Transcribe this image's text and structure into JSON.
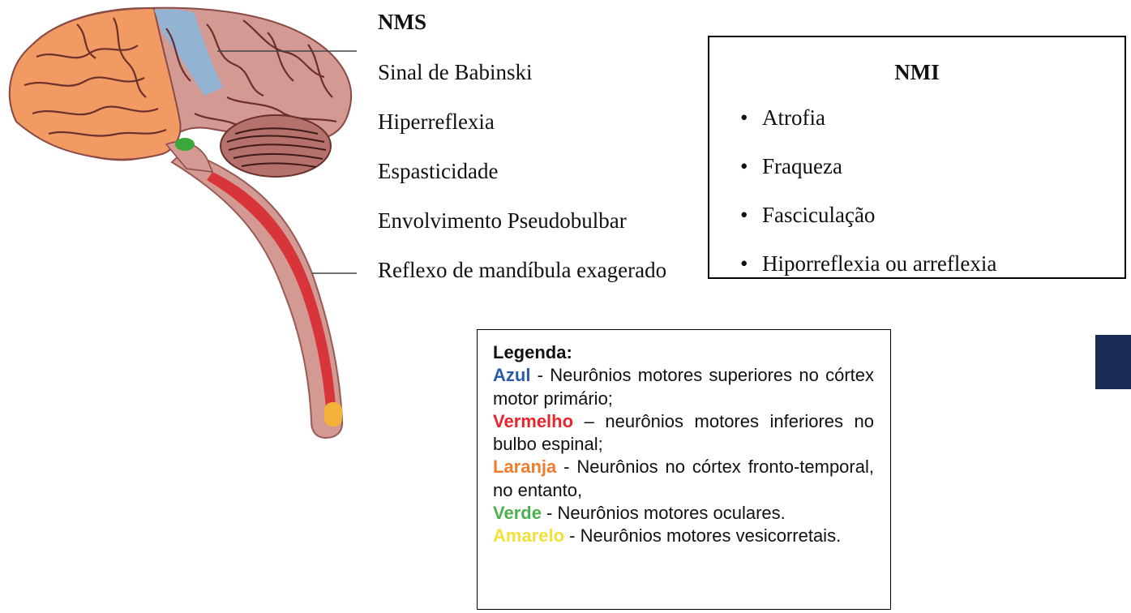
{
  "nms": {
    "title": "NMS",
    "items": [
      "Sinal de Babinski",
      "Hiperreflexia",
      "Espasticidade",
      "Envolvimento Pseudobulbar",
      "Reflexo de mandíbula exagerado"
    ]
  },
  "nmi": {
    "title": "NMI",
    "items": [
      "Atrofia",
      "Fraqueza",
      "Fasciculação",
      "Hiporreflexia ou arreflexia"
    ]
  },
  "legend": {
    "title": "Legenda:",
    "entries": [
      {
        "key": "Azul",
        "separator": " - ",
        "text": "Neurônios motores superiores no córtex motor primário;",
        "color": "#2a5caa"
      },
      {
        "key": "Vermelho",
        "separator": " – ",
        "text": "neurônios motores inferiores no bulbo espinal;",
        "color": "#e8252b"
      },
      {
        "key": "Laranja",
        "separator": " - ",
        "text": "Neurônios no córtex fronto-temporal, no entanto,",
        "color": "#f07c2c"
      },
      {
        "key": "Verde",
        "separator": " - ",
        "text": "Neurônios motores oculares.",
        "color": "#4caf50"
      },
      {
        "key": "Amarelo",
        "separator": " - ",
        "text": "Neurônios motores vesicorretais.",
        "color": "#f2e13a"
      }
    ]
  },
  "colors": {
    "brain_base": "#d39a93",
    "cortex_orange": "#f29a63",
    "motor_blue": "#8fb4d6",
    "tract_red": "#d8353a",
    "ocular_green": "#3aa83a",
    "sacral_yellow": "#f4b23a",
    "side_tab": "#1b2a52"
  },
  "icons": {
    "side_tab": "navigation-tab-icon"
  }
}
